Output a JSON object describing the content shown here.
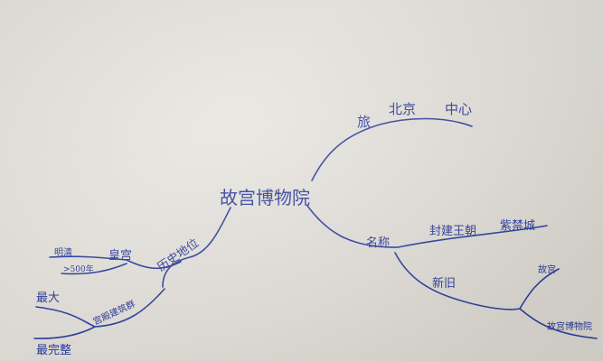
{
  "mindmap": {
    "center": "故宫博物院",
    "top_branch": {
      "label1": "旅",
      "label2": "北京",
      "label3": "中心"
    },
    "right_branch": {
      "label": "名称",
      "sub1": "封建王朝",
      "sub2": "紫禁城",
      "new_label": "新旧",
      "new_sub1": "故宫",
      "new_sub2": "故宫博物院"
    },
    "left_branch": {
      "label": "历史地位",
      "sub_palace": "皇宫",
      "sub_ming_qing": "明清",
      "sub_years": ">500年",
      "sub_architecture": "宫殿建筑群",
      "sub_largest": "最大",
      "sub_complete": "最完整"
    }
  }
}
